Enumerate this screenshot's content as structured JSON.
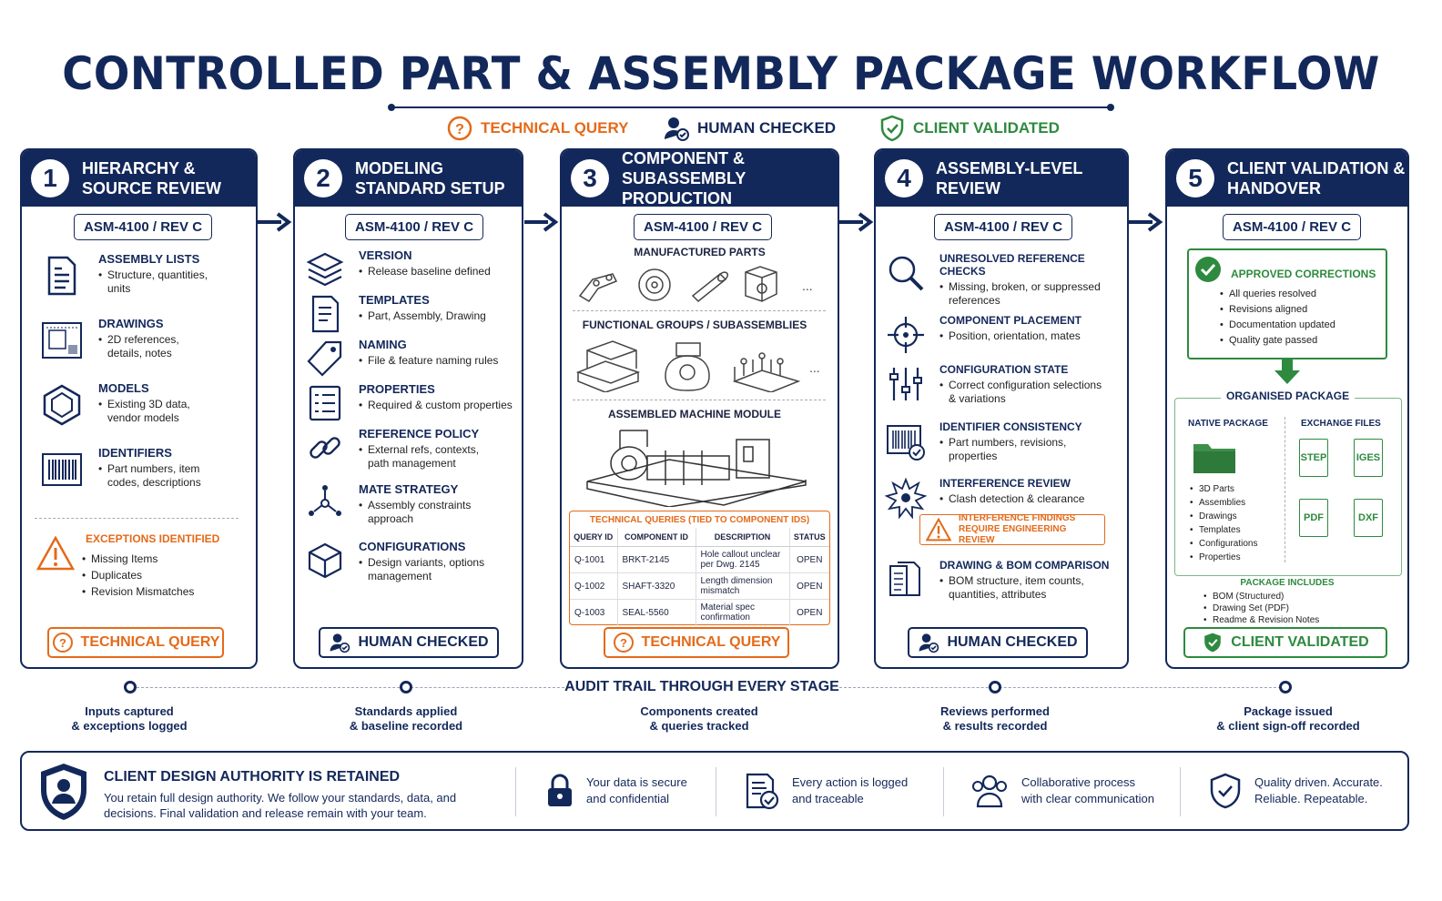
{
  "title": "CONTROLLED PART & ASSEMBLY PACKAGE WORKFLOW",
  "legend": {
    "technical_query": "TECHNICAL QUERY",
    "human_checked": "HUMAN CHECKED",
    "client_validated": "CLIENT VALIDATED"
  },
  "colors": {
    "navy": "#13285a",
    "orange": "#e46a1a",
    "green": "#2d8a3e"
  },
  "asm_ref": "ASM-4100 / REV C",
  "stages": [
    {
      "num": "1",
      "title": "HIERARCHY &\nSOURCE REVIEW",
      "items": [
        {
          "icon": "document-list-icon",
          "title": "ASSEMBLY LISTS",
          "desc": "Structure, quantities,\nunits"
        },
        {
          "icon": "drawing-icon",
          "title": "DRAWINGS",
          "desc": "2D references,\ndetails, notes"
        },
        {
          "icon": "model-cube-icon",
          "title": "MODELS",
          "desc": "Existing 3D data,\nvendor models"
        },
        {
          "icon": "barcode-icon",
          "title": "IDENTIFIERS",
          "desc": "Part numbers, item\ncodes, descriptions"
        }
      ],
      "exceptions_title": "EXCEPTIONS IDENTIFIED",
      "exceptions": [
        "Missing Items",
        "Duplicates",
        "Revision Mismatches"
      ],
      "badge": "TECHNICAL QUERY"
    },
    {
      "num": "2",
      "title": "MODELING\nSTANDARD SETUP",
      "items": [
        {
          "icon": "layers-icon",
          "title": "VERSION",
          "desc": "Release baseline defined"
        },
        {
          "icon": "template-icon",
          "title": "TEMPLATES",
          "desc": "Part, Assembly, Drawing"
        },
        {
          "icon": "tag-icon",
          "title": "NAMING",
          "desc": "File & feature naming rules"
        },
        {
          "icon": "properties-icon",
          "title": "PROPERTIES",
          "desc": "Required & custom properties"
        },
        {
          "icon": "link-icon",
          "title": "REFERENCE POLICY",
          "desc": "External refs, contexts,\npath management"
        },
        {
          "icon": "mate-icon",
          "title": "MATE STRATEGY",
          "desc": "Assembly constraints\napproach"
        },
        {
          "icon": "cube-icon",
          "title": "CONFIGURATIONS",
          "desc": "Design variants, options\nmanagement"
        }
      ],
      "badge": "HUMAN CHECKED"
    },
    {
      "num": "3",
      "title": "COMPONENT &\nSUBASSEMBLY PRODUCTION",
      "manufactured_parts": "MANUFACTURED PARTS",
      "functional_groups": "FUNCTIONAL GROUPS / SUBASSEMBLIES",
      "assembled_module": "ASSEMBLED MACHINE MODULE",
      "ellipsis": "...",
      "tq_title": "TECHNICAL QUERIES (TIED TO COMPONENT IDS)",
      "tq_headers": [
        "QUERY ID",
        "COMPONENT ID",
        "DESCRIPTION",
        "STATUS"
      ],
      "tq_rows": [
        [
          "Q-1001",
          "BRKT-2145",
          "Hole callout unclear per Dwg. 2145",
          "OPEN"
        ],
        [
          "Q-1002",
          "SHAFT-3320",
          "Length dimension mismatch",
          "OPEN"
        ],
        [
          "Q-1003",
          "SEAL-5560",
          "Material spec confirmation",
          "OPEN"
        ]
      ],
      "badge": "TECHNICAL QUERY"
    },
    {
      "num": "4",
      "title": "ASSEMBLY-LEVEL\nREVIEW",
      "items": [
        {
          "icon": "magnifier-icon",
          "title": "UNRESOLVED REFERENCE CHECKS",
          "desc": "Missing, broken, or suppressed\nreferences"
        },
        {
          "icon": "crosshair-icon",
          "title": "COMPONENT PLACEMENT",
          "desc": "Position, orientation, mates"
        },
        {
          "icon": "sliders-icon",
          "title": "CONFIGURATION STATE",
          "desc": "Correct configuration selections\n& variations"
        },
        {
          "icon": "barcode-check-icon",
          "title": "IDENTIFIER CONSISTENCY",
          "desc": "Part numbers, revisions,\nproperties"
        },
        {
          "icon": "burst-icon",
          "title": "INTERFERENCE REVIEW",
          "desc": "Clash detection & clearance"
        },
        {
          "icon": "drawing-compare-icon",
          "title": "DRAWING & BOM COMPARISON",
          "desc": "BOM structure, item counts,\nquantities, attributes"
        }
      ],
      "warning": "INTERFERENCE FINDINGS\nREQUIRE ENGINEERING REVIEW",
      "badge": "HUMAN CHECKED"
    },
    {
      "num": "5",
      "title": "CLIENT VALIDATION &\nHANDOVER",
      "approved_title": "APPROVED CORRECTIONS",
      "approved": [
        "All queries resolved",
        "Revisions aligned",
        "Documentation updated",
        "Quality gate passed"
      ],
      "organised": "ORGANISED PACKAGE",
      "native_title": "NATIVE PACKAGE",
      "native": [
        "3D Parts",
        "Assemblies",
        "Drawings",
        "Templates",
        "Configurations",
        "Properties"
      ],
      "exchange_title": "EXCHANGE FILES",
      "exchange": [
        "STEP",
        "IGES",
        "PDF",
        "DXF"
      ],
      "includes_title": "PACKAGE INCLUDES",
      "includes": [
        "BOM (Structured)",
        "Drawing Set (PDF)",
        "Readme & Revision Notes"
      ],
      "badge": "CLIENT VALIDATED"
    }
  ],
  "audit": {
    "label": "AUDIT TRAIL THROUGH EVERY STAGE",
    "captions": [
      "Inputs captured\n& exceptions logged",
      "Standards applied\n& baseline recorded",
      "Components created\n& queries tracked",
      "Reviews performed\n& results recorded",
      "Package issued\n& client sign-off recorded"
    ]
  },
  "footer": {
    "title": "CLIENT DESIGN AUTHORITY IS RETAINED",
    "text": "You retain full design authority. We follow your standards, data, and decisions. Final validation and release remain with your team.",
    "features": [
      {
        "icon": "lock-icon",
        "text": "Your data is secure\nand confidential"
      },
      {
        "icon": "log-icon",
        "text": "Every action is logged\nand traceable"
      },
      {
        "icon": "people-icon",
        "text": "Collaborative process\nwith clear communication"
      },
      {
        "icon": "shield-check-icon",
        "text": "Quality driven. Accurate.\nReliable. Repeatable."
      }
    ]
  }
}
